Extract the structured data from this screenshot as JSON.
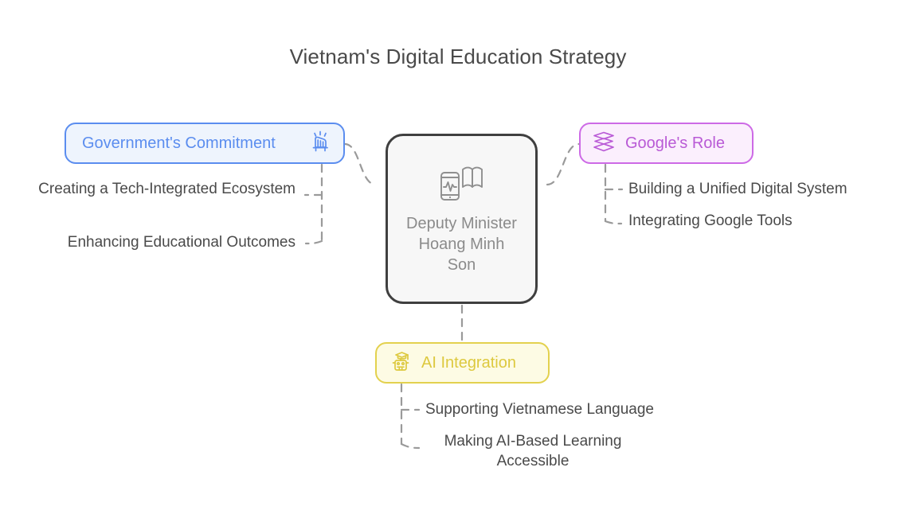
{
  "page": {
    "title": "Vietnam's Digital Education Strategy",
    "background": "#ffffff",
    "title_color": "#4a4a4a"
  },
  "center": {
    "label": "Deputy Minister Hoang Minh Son",
    "icon": "mobile-book-icon",
    "border_color": "#3f3f3f",
    "fill_color": "#f7f7f7",
    "text_color": "#8b8b8b"
  },
  "branches": [
    {
      "id": "government",
      "label": "Government's Commitment",
      "icon": "pledge-fist-icon",
      "accent": "#5b8def",
      "fill": "#eef4fd",
      "position": "left",
      "items": [
        "Creating a Tech-Integrated Ecosystem",
        "Enhancing Educational Outcomes"
      ]
    },
    {
      "id": "google",
      "label": "Google's Role",
      "icon": "stacked-layers-icon",
      "accent": "#cd6ae6",
      "fill": "#fbeffd",
      "position": "right",
      "items": [
        "Building a Unified Digital System",
        "Integrating Google Tools"
      ]
    },
    {
      "id": "ai",
      "label": "AI Integration",
      "icon": "graduate-robot-icon",
      "accent": "#e3d14e",
      "fill": "#fdfbe4",
      "position": "bottom",
      "items": [
        "Supporting Vietnamese Language",
        "Making AI-Based Learning Accessible"
      ]
    }
  ],
  "connectors": {
    "style": "dashed",
    "color": "#9a9a9a"
  }
}
